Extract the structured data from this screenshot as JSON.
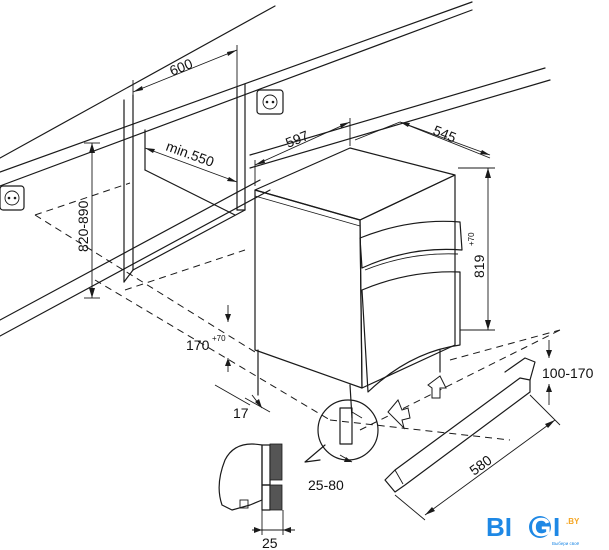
{
  "dimensions": {
    "niche_width": "600",
    "niche_depth_min": "min.550",
    "niche_height": "820-890",
    "appliance_width": "597",
    "appliance_depth": "545",
    "appliance_height": "819",
    "appliance_height_sup": "+70",
    "plinth_height": "170",
    "plinth_height_sup": "+70",
    "plinth_offset": "17",
    "door_gap": "25-80",
    "door_thickness": "25",
    "kick_height": "100-170",
    "kick_length": "580"
  },
  "logo": {
    "text_bi": "BI",
    "text_g": "G",
    "text_i": "I",
    "suffix": ".BY",
    "tagline": "Выбери своё",
    "colors": {
      "blue": "#1e88e5",
      "orange": "#f5a623"
    }
  }
}
